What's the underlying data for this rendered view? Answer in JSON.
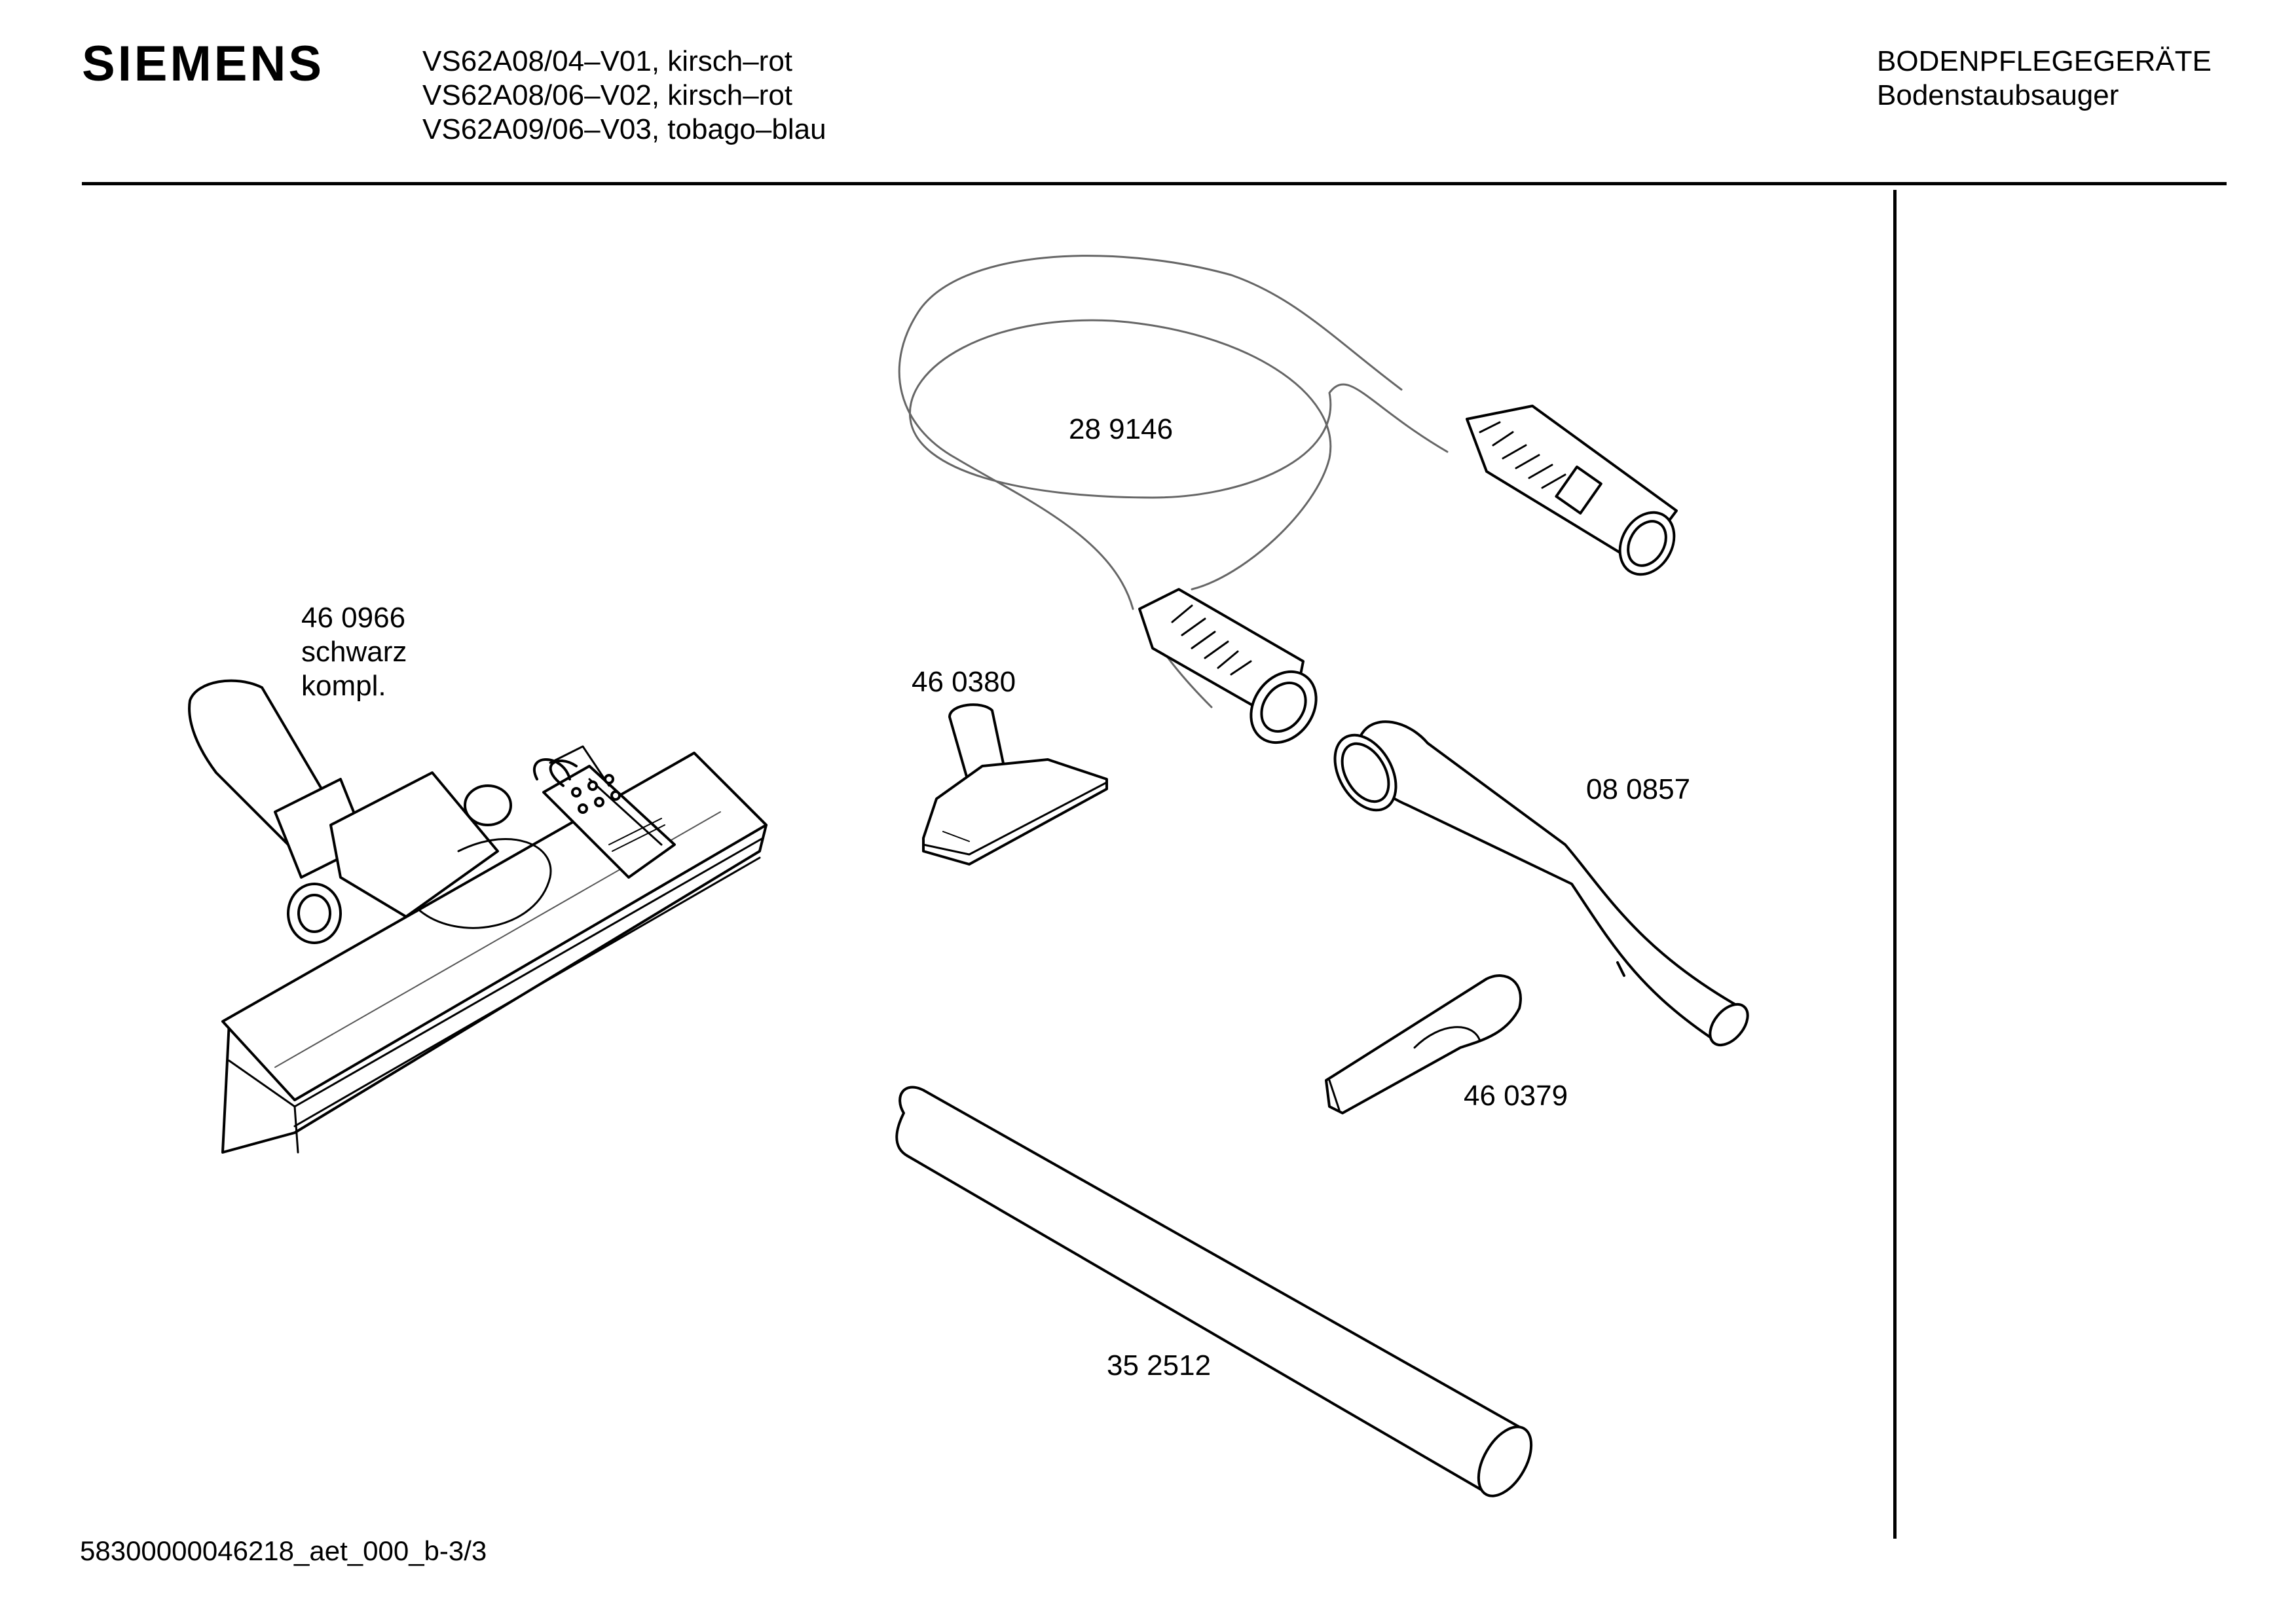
{
  "header": {
    "brand": "SIEMENS",
    "models": [
      "VS62A08/04–V01, kirsch–rot",
      "VS62A08/06–V02, kirsch–rot",
      "VS62A09/06–V03, tobago–blau"
    ],
    "category": "BODENPFLEGEGERÄTE",
    "subcategory": "Bodenstaubsauger"
  },
  "parts": {
    "floor_nozzle": {
      "number": "46 0966",
      "note1": "schwarz",
      "note2": "kompl."
    },
    "hose": {
      "number": "28 9146"
    },
    "upholstery_nozzle": {
      "number": "46 0380"
    },
    "handle_tube": {
      "number": "08 0857"
    },
    "crevice_nozzle": {
      "number": "46 0379"
    },
    "extension_tube": {
      "number": "35 2512"
    }
  },
  "footer": {
    "doc_id": "58300000046218_aet_000_b-3/3"
  }
}
